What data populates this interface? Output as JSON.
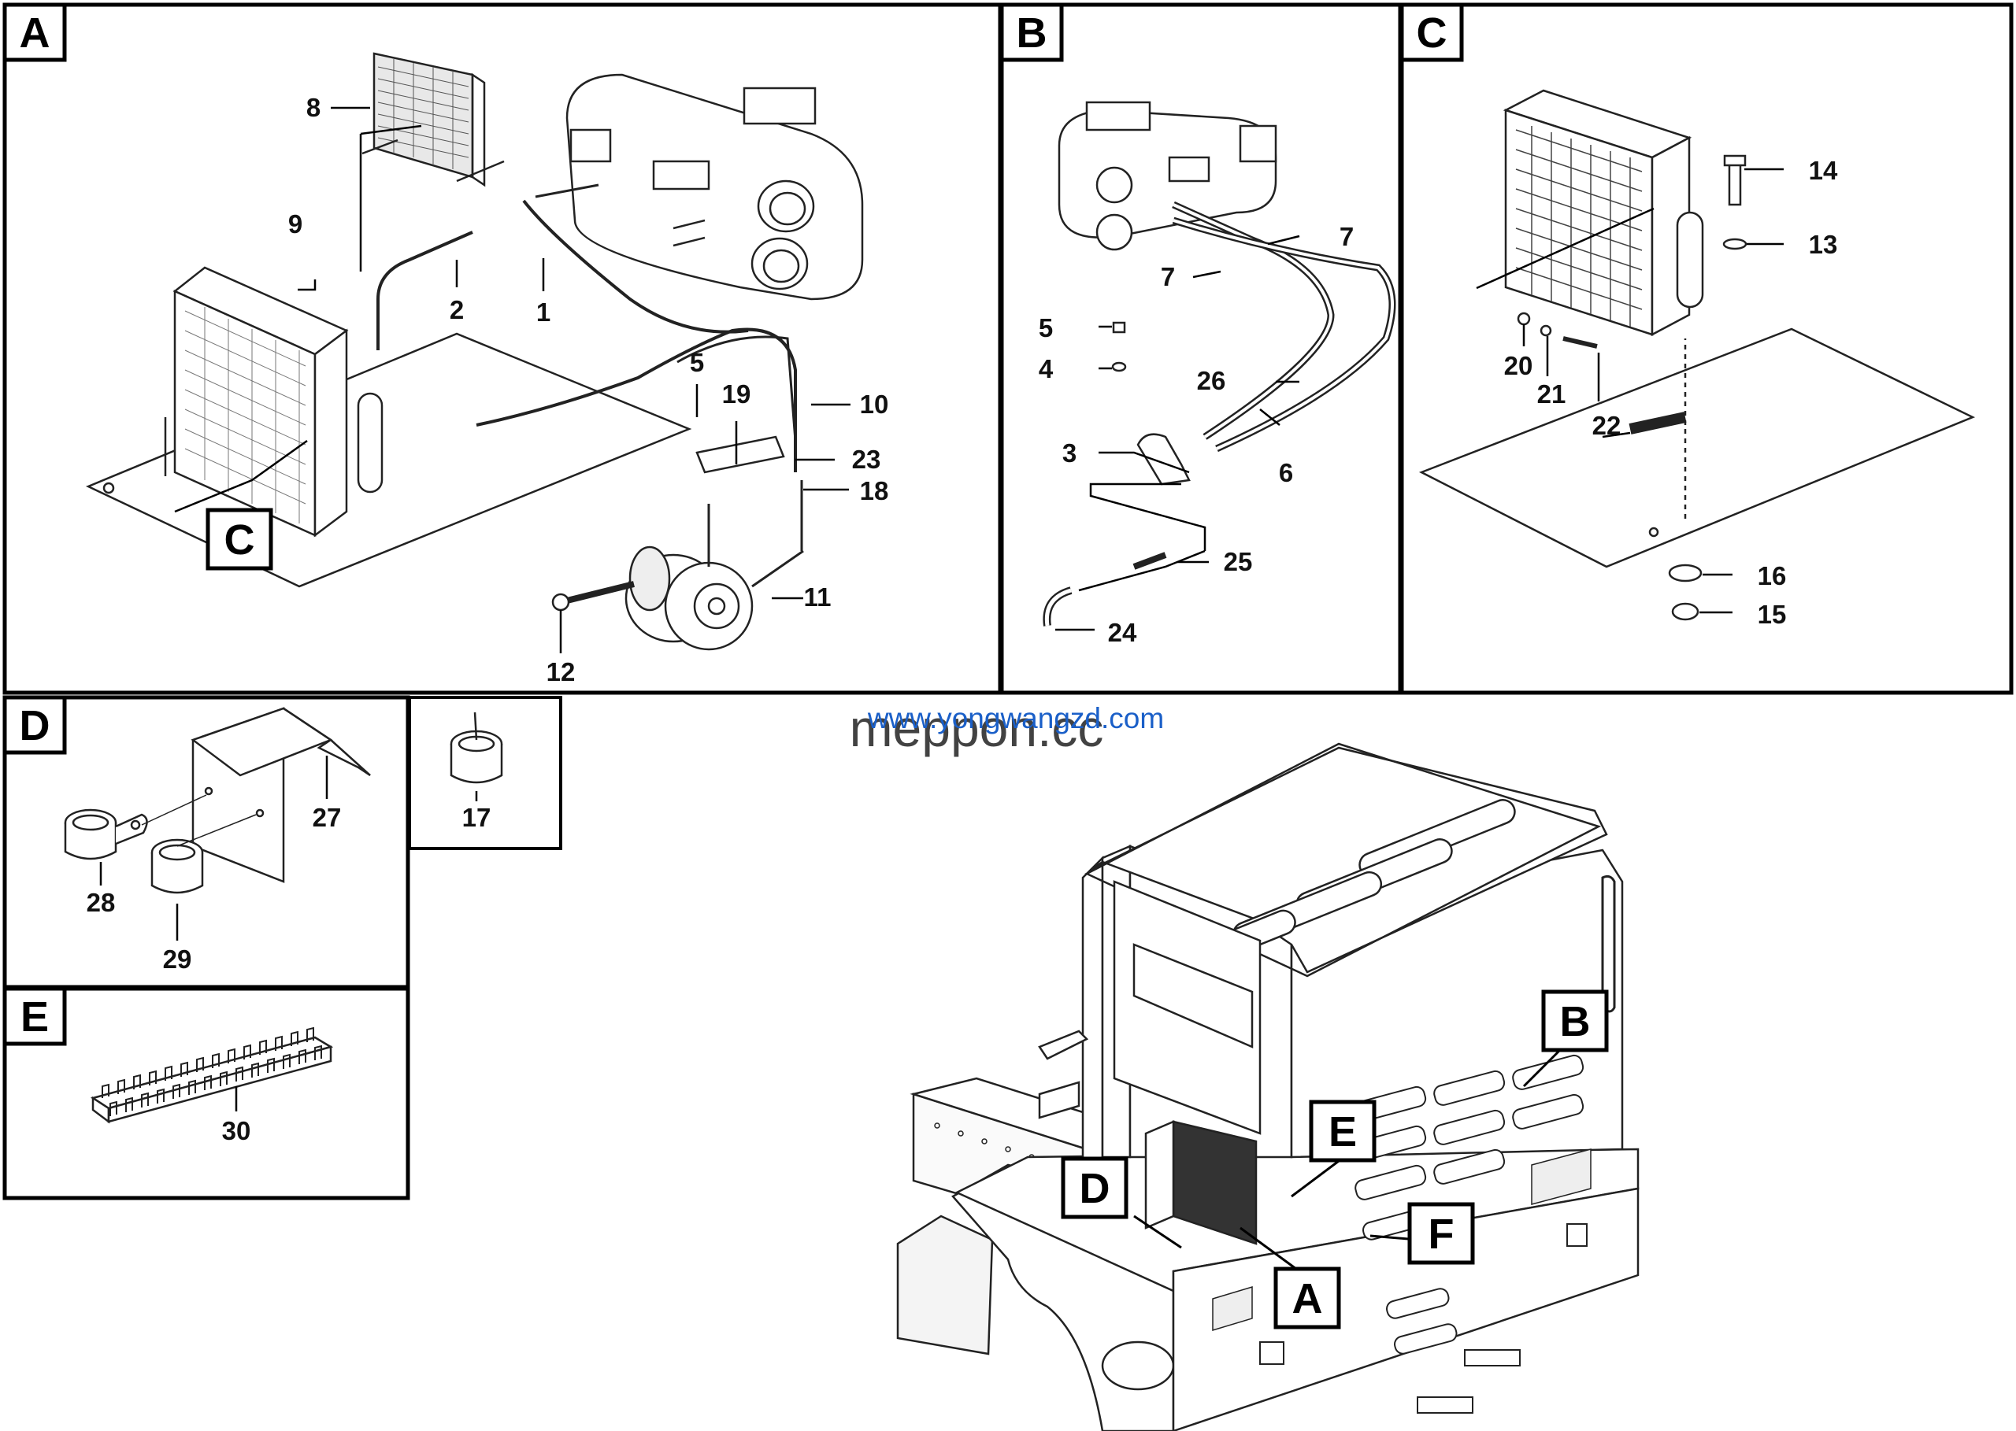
{
  "panels": [
    {
      "id": "A",
      "label": "A"
    },
    {
      "id": "B",
      "label": "B"
    },
    {
      "id": "C",
      "label": "C"
    },
    {
      "id": "D",
      "label": "D"
    },
    {
      "id": "E",
      "label": "E"
    }
  ],
  "callout_boxes": [
    "C",
    "B",
    "E",
    "D",
    "A",
    "F"
  ],
  "part_numbers": {
    "panel_a": [
      "8",
      "9",
      "2",
      "1",
      "5",
      "19",
      "10",
      "23",
      "18",
      "11",
      "12"
    ],
    "panel_b": [
      "7",
      "7",
      "5",
      "4",
      "26",
      "3",
      "6",
      "25",
      "24"
    ],
    "panel_c": [
      "14",
      "13",
      "20",
      "21",
      "22",
      "16",
      "15"
    ],
    "panel_d": [
      "27",
      "28",
      "29"
    ],
    "panel_17": [
      "17"
    ],
    "panel_e": [
      "30"
    ]
  },
  "watermark": {
    "primary": "www.yongwangzd.com",
    "secondary": "meppon.cc"
  }
}
